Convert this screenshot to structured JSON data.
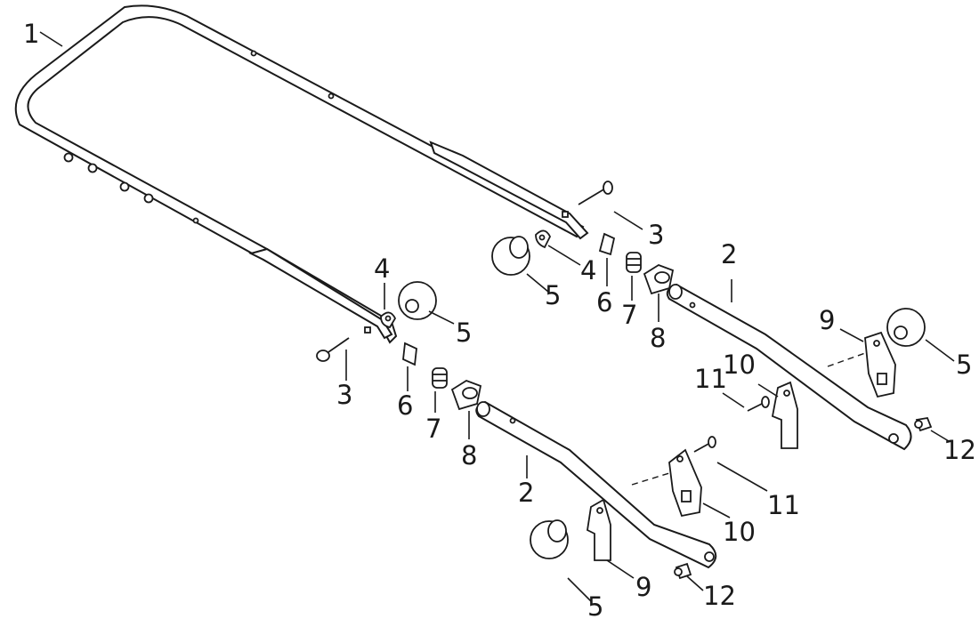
{
  "diagram": {
    "callouts": [
      {
        "id": "c1",
        "text": "1"
      },
      {
        "id": "c3a",
        "text": "3"
      },
      {
        "id": "c3b",
        "text": "3"
      },
      {
        "id": "c4a",
        "text": "4"
      },
      {
        "id": "c4b",
        "text": "4"
      },
      {
        "id": "c5a",
        "text": "5"
      },
      {
        "id": "c5b",
        "text": "5"
      },
      {
        "id": "c5c",
        "text": "5"
      },
      {
        "id": "c5d",
        "text": "5"
      },
      {
        "id": "c6a",
        "text": "6"
      },
      {
        "id": "c6b",
        "text": "6"
      },
      {
        "id": "c7a",
        "text": "7"
      },
      {
        "id": "c7b",
        "text": "7"
      },
      {
        "id": "c8a",
        "text": "8"
      },
      {
        "id": "c8b",
        "text": "8"
      },
      {
        "id": "c2a",
        "text": "2"
      },
      {
        "id": "c2b",
        "text": "2"
      },
      {
        "id": "c9a",
        "text": "9"
      },
      {
        "id": "c9b",
        "text": "9"
      },
      {
        "id": "c10a",
        "text": "10"
      },
      {
        "id": "c10b",
        "text": "10"
      },
      {
        "id": "c11a",
        "text": "11"
      },
      {
        "id": "c11b",
        "text": "11"
      },
      {
        "id": "c12a",
        "text": "12"
      },
      {
        "id": "c12b",
        "text": "12"
      }
    ]
  }
}
